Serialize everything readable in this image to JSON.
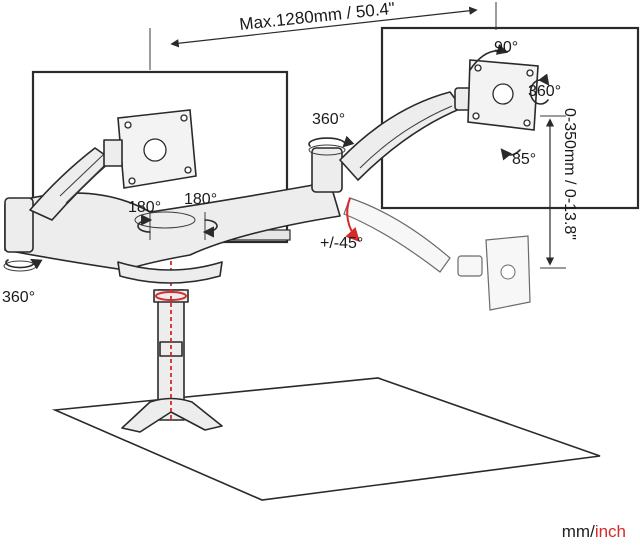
{
  "width_label": "Max.1280mm / 50.4\"",
  "rotations": {
    "left_base": "360°",
    "center_left": "180°",
    "center_right": "180°",
    "center_joint": "360°",
    "right_head_top": "90°",
    "right_head_side": "360°",
    "right_head_tilt": "85°",
    "tilt": "+/-45°"
  },
  "height_label": "0-350mm / 0-13.8\"",
  "units": {
    "mm": "mm",
    "separator": "/",
    "inch": "inch"
  },
  "colors": {
    "accent": "#d62b2b",
    "line": "#2a2a2a"
  }
}
